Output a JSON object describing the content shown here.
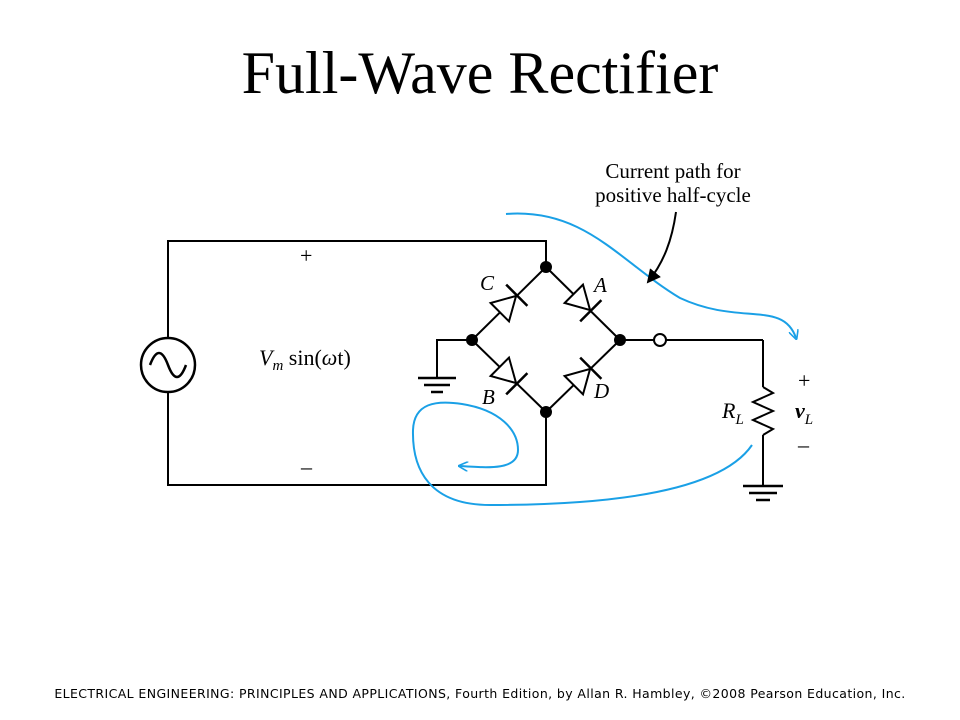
{
  "slide": {
    "title": "Full-Wave Rectifier",
    "footer": "ELECTRICAL ENGINEERING: PRINCIPLES AND APPLICATIONS, Fourth Edition, by Allan R. Hambley, ©2008 Pearson Education, Inc."
  },
  "circuit": {
    "source_plus": "+",
    "source_minus": "–",
    "source_expr_main": "V",
    "source_expr_sub": "m",
    "source_expr_rest_a": " sin(",
    "source_expr_omega": "ω",
    "source_expr_rest_b": "t)",
    "diode_a": "A",
    "diode_b": "B",
    "diode_c": "C",
    "diode_d": "D",
    "load_label_main": "R",
    "load_label_sub": "L",
    "vout_plus": "+",
    "vout_label_main": "v",
    "vout_label_sub": "L",
    "vout_minus": "–"
  },
  "annotation": {
    "line1": "Current path for",
    "line2": "positive half-cycle"
  },
  "colors": {
    "wire": "#000000",
    "current_path": "#1aa0e6"
  }
}
